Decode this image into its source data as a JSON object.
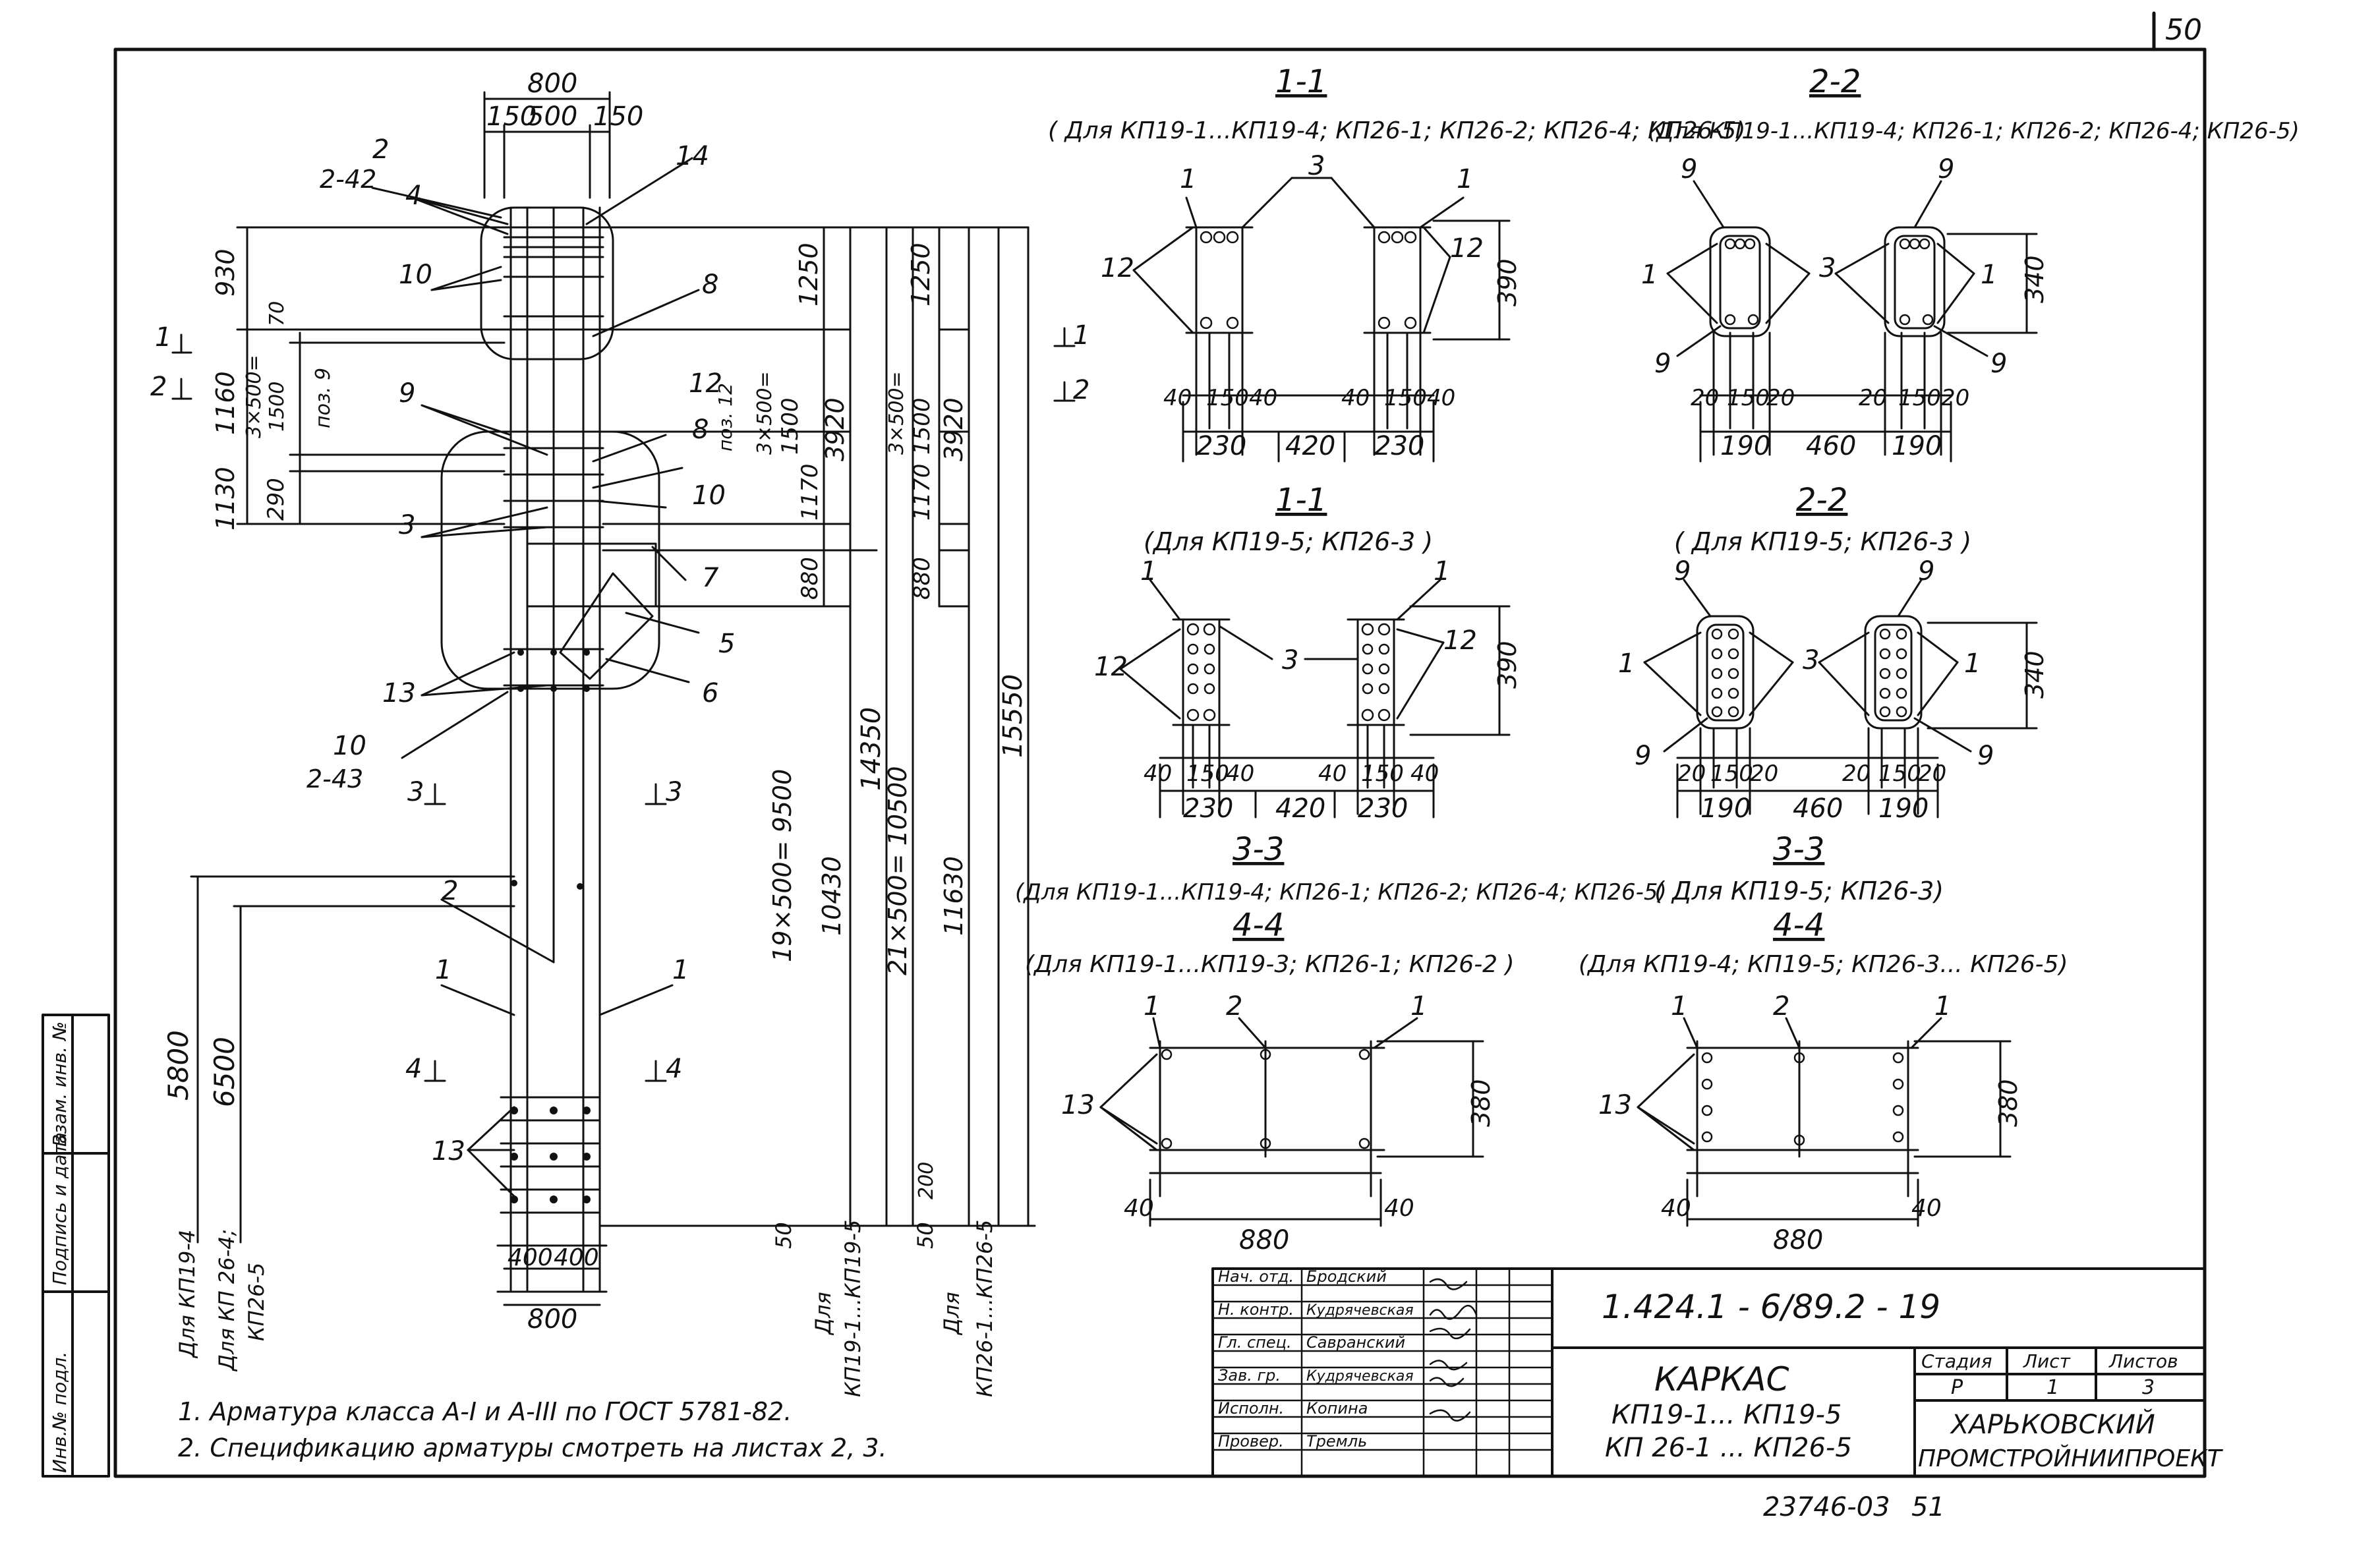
{
  "sheet_number": "50",
  "view_main": {
    "dim_top_total": "800",
    "dim_top_parts": [
      "150",
      "500",
      "150"
    ],
    "dim_bottom_parts": [
      "400",
      "400"
    ],
    "dim_bottom_total": "800",
    "cross_ref_top": "2-42",
    "cross_ref_bottom": "2-43",
    "pos_labels": [
      "2",
      "4",
      "10",
      "14",
      "8",
      "9",
      "12",
      "поз. 12",
      "8",
      "3",
      "10",
      "7",
      "5",
      "6",
      "13",
      "10",
      "2",
      "1",
      "1",
      "13"
    ],
    "left_dims_top": [
      "930",
      "70",
      "1160",
      "3×500=",
      "1500",
      "поз. 9",
      "290",
      "1130"
    ],
    "left_dims_bottom": [
      "5800",
      "6500"
    ],
    "for_kp19_4": "Для КП19-4",
    "for_kp26_4": "Для КП 26-4;",
    "for_kp26_5": "КП26-5",
    "right_dims_a": [
      "1250",
      "3×500=",
      "1500",
      "1170",
      "880",
      "3920",
      "19×500= 9500",
      "10430",
      "50"
    ],
    "right_dims_b": [
      "1250",
      "3×500=",
      "1500",
      "1170",
      "880",
      "3920",
      "14350",
      "21×500= 10500",
      "11630",
      "15550",
      "200",
      "50"
    ],
    "for_right_a": "Для",
    "for_right_a2": "КП19-1...КП19-5",
    "for_right_b": "Для",
    "for_right_b2": "КП26-1...КП26-5",
    "cut_marks": [
      "1",
      "2",
      "3",
      "4"
    ]
  },
  "sections": [
    {
      "title": "1-1",
      "subtitle": "( Для КП19-1...КП19-4; КП26-1; КП26-2; КП26-4; КП26-5)",
      "labels": [
        "1",
        "3",
        "1",
        "12",
        "12"
      ],
      "height": "390",
      "dims": [
        "40",
        "150",
        "40",
        "40",
        "150",
        "40"
      ],
      "widths": [
        "230",
        "420",
        "230"
      ]
    },
    {
      "title": "2-2",
      "subtitle": "(Для КП19-1...КП19-4; КП26-1; КП26-2; КП26-4; КП26-5)",
      "labels": [
        "9",
        "9",
        "1",
        "3",
        "1",
        "9",
        "9"
      ],
      "height": "340",
      "dims": [
        "20",
        "150",
        "20",
        "20",
        "150",
        "20"
      ],
      "widths": [
        "190",
        "460",
        "190"
      ]
    },
    {
      "title": "1-1",
      "subtitle": "(Для КП19-5; КП26-3 )",
      "labels": [
        "1",
        "1",
        "12",
        "3",
        "12"
      ],
      "height": "390",
      "dims": [
        "40",
        "150",
        "40",
        "40",
        "150",
        "40"
      ],
      "widths": [
        "230",
        "420",
        "230"
      ]
    },
    {
      "title": "2-2",
      "subtitle": "( Для КП19-5; КП26-3 )",
      "labels": [
        "9",
        "9",
        "1",
        "3",
        "1",
        "9",
        "9"
      ],
      "height": "340",
      "dims": [
        "20",
        "150",
        "20",
        "20",
        "150",
        "20"
      ],
      "widths": [
        "190",
        "460",
        "190"
      ]
    },
    {
      "title": "3-3",
      "subtitle": "(Для КП19-1...КП19-4; КП26-1; КП26-2; КП26-4; КП26-5)",
      "title2": "4-4",
      "subtitle2": "(Для КП19-1...КП19-3; КП26-1; КП26-2 )",
      "labels": [
        "1",
        "2",
        "1",
        "13"
      ],
      "height": "380",
      "dims": [
        "40",
        "40"
      ],
      "widths": [
        "880"
      ]
    },
    {
      "title": "3-3",
      "subtitle": "( Для КП19-5; КП26-3)",
      "title2": "4-4",
      "subtitle2": "(Для КП19-4; КП19-5; КП26-3... КП26-5)",
      "labels": [
        "1",
        "2",
        "1",
        "13"
      ],
      "height": "380",
      "dims": [
        "40",
        "40"
      ],
      "widths": [
        "880"
      ]
    }
  ],
  "notes": [
    "1. Арматура класса А-I и А-III по ГОСТ 5781-82.",
    "2. Спецификацию арматуры смотреть на листах 2, 3."
  ],
  "side_stamp": [
    "Инв.№ подл.",
    "Подпись и дата",
    "Взам. инв. №"
  ],
  "title_block": {
    "roles": [
      "Нач. отд.",
      "Н. контр.",
      "Гл. спец.",
      "Зав. гр.",
      "Исполн.",
      "Провер."
    ],
    "names": [
      "Бродский",
      "Кудрячевская",
      "Савранский",
      "Кудрячевская",
      "Копина",
      "Тремль"
    ],
    "doc_code": "1.424.1 - 6/89.2 - 19",
    "title": "КАРКАС",
    "subtitle1": "КП19-1... КП19-5",
    "subtitle2": "КП 26-1 ... КП26-5",
    "stage_label": "Стадия",
    "sheet_label": "Лист",
    "sheets_label": "Листов",
    "stage": "Р",
    "sheet": "1",
    "sheets": "3",
    "org1": "ХАРЬКОВСКИЙ",
    "org2": "ПРОМСТРОЙНИИПРОЕКТ"
  },
  "footer_code": "23746-03",
  "footer_page": "51"
}
